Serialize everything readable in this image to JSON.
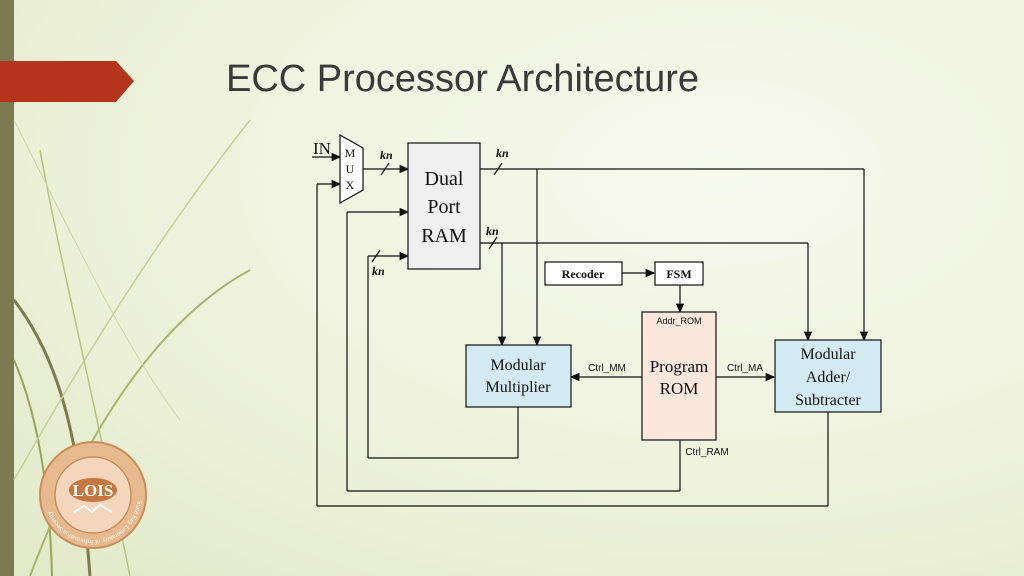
{
  "slide": {
    "title": "ECC Processor Architecture"
  },
  "logo": {
    "name": "LOIS",
    "ring_text": "State Key Laboratory of Information Security"
  },
  "diagram": {
    "input_label": "IN",
    "mux": [
      "M",
      "U",
      "X"
    ],
    "ram": [
      "Dual",
      "Port",
      "RAM"
    ],
    "bus_kn_mux_ram": "kn",
    "bus_kn_top": "kn",
    "bus_kn_mid": "kn",
    "bus_kn_feedback": "kn",
    "recoder": "Recoder",
    "fsm": "FSM",
    "addr_rom": "Addr_ROM",
    "program_rom": [
      "Program",
      "ROM"
    ],
    "modular_multiplier": [
      "Modular",
      "Multiplier"
    ],
    "modular_adder": [
      "Modular",
      "Adder/",
      "Subtracter"
    ],
    "ctrl_mm": "Ctrl_MM",
    "ctrl_ma": "Ctrl_MA",
    "ctrl_ram": "Ctrl_RAM"
  },
  "colors": {
    "accent_red": "#b5351c",
    "left_bar": "#7c7a50",
    "ram_fill": "#f0f0f0",
    "block_blue": "#d4eaf2",
    "rom_peach": "#fbe7dc"
  }
}
